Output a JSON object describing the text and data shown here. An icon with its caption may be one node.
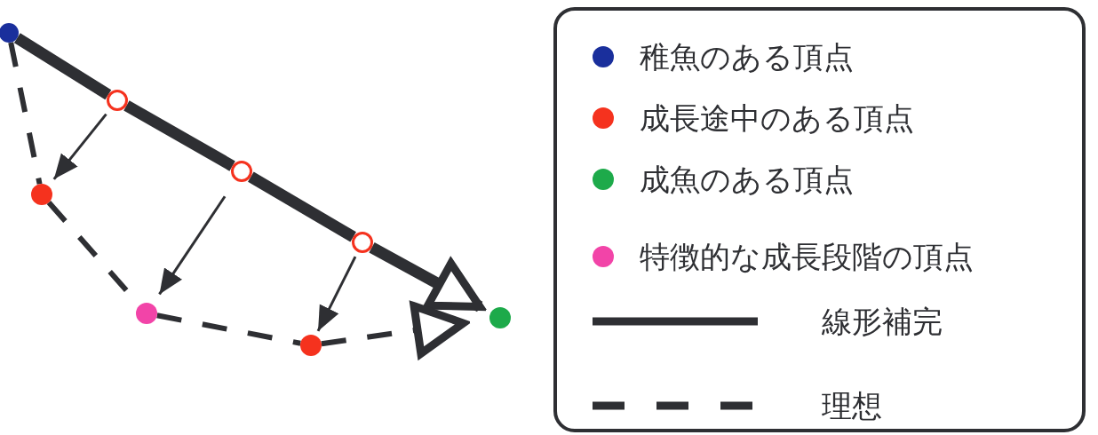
{
  "diagram": {
    "nodes": [
      {
        "text": [],
        "shape": "circle"
      },
      {
        "text": [],
        "shape": "circle"
      },
      {
        "text": [],
        "shape": "circle"
      },
      {
        "text": [],
        "shape": "circle"
      },
      {
        "text": [],
        "shape": "circle"
      },
      {
        "text": [],
        "shape": "circle"
      },
      {
        "text": [],
        "shape": "circle"
      },
      {
        "text": [],
        "shape": "circle"
      }
    ],
    "edges": [
      {
        "from": 0,
        "to": 2,
        "arrow": "none",
        "style": "thick"
      },
      {
        "from": 2,
        "to": 4,
        "arrow": "none",
        "style": "thick"
      },
      {
        "from": 4,
        "to": 6,
        "arrow": "none",
        "style": "thick"
      },
      {
        "from": 6,
        "to": 7,
        "arrow": "to",
        "style": "thick"
      },
      {
        "from": 0,
        "to": 1,
        "arrow": "none",
        "style": "dashed"
      },
      {
        "from": 1,
        "to": 3,
        "arrow": "none",
        "style": "dashed"
      },
      {
        "from": 3,
        "to": 5,
        "arrow": "none",
        "style": "dashed"
      },
      {
        "from": 5,
        "to": 7,
        "arrow": "to",
        "style": "dashed"
      },
      {
        "from": 2,
        "to": 1,
        "arrow": "to"
      },
      {
        "from": 4,
        "to": 3,
        "arrow": "to"
      },
      {
        "from": 6,
        "to": 5,
        "arrow": "to"
      }
    ],
    "legend": [
      {
        "text": "稚魚のある頂点",
        "color": "#1a2f9c"
      },
      {
        "text": "成長途中のある頂点",
        "color": "#f5321e"
      },
      {
        "text": "成魚のある頂点",
        "color": "#1daa4a"
      },
      {
        "text": "特徴的な成長段階の頂点",
        "color": "#f244a8"
      },
      {
        "text": "線形補完"
      },
      {
        "text": "理想"
      }
    ]
  }
}
